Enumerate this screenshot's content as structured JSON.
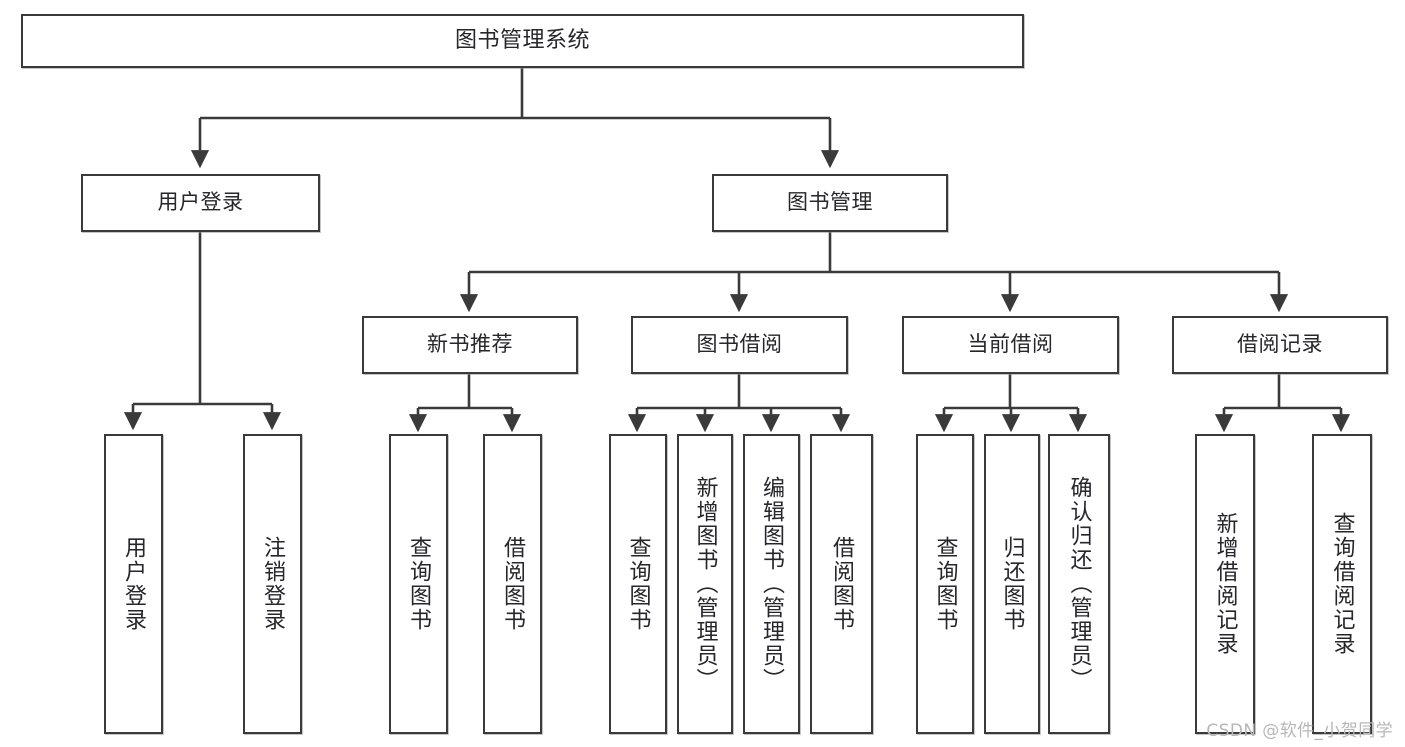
{
  "diagram": {
    "title": "图书管理系统",
    "watermark": "CSDN @软件_小贺同学",
    "stroke_color": "#3a3a3a",
    "text_color": "#26262b",
    "background_color": "#ffffff",
    "nodes": {
      "root": {
        "label": "图书管理系统"
      },
      "level2": [
        {
          "label": "用户登录"
        },
        {
          "label": "图书管理"
        }
      ],
      "level3": [
        {
          "label": "新书推荐"
        },
        {
          "label": "图书借阅"
        },
        {
          "label": "当前借阅"
        },
        {
          "label": "借阅记录"
        }
      ],
      "leaves_user_login": [
        {
          "label": "用户登录"
        },
        {
          "label": "注销登录"
        }
      ],
      "leaves_new_book": [
        {
          "label": "查询图书"
        },
        {
          "label": "借阅图书"
        }
      ],
      "leaves_borrow": [
        {
          "label": "查询图书"
        },
        {
          "label": "新增图书（管理员）"
        },
        {
          "label": "编辑图书（管理员）"
        },
        {
          "label": "借阅图书"
        }
      ],
      "leaves_current": [
        {
          "label": "查询图书"
        },
        {
          "label": "归还图书"
        },
        {
          "label": "确认归还（管理员）"
        }
      ],
      "leaves_record": [
        {
          "label": "新增借阅记录"
        },
        {
          "label": "查询借阅记录"
        }
      ]
    }
  }
}
